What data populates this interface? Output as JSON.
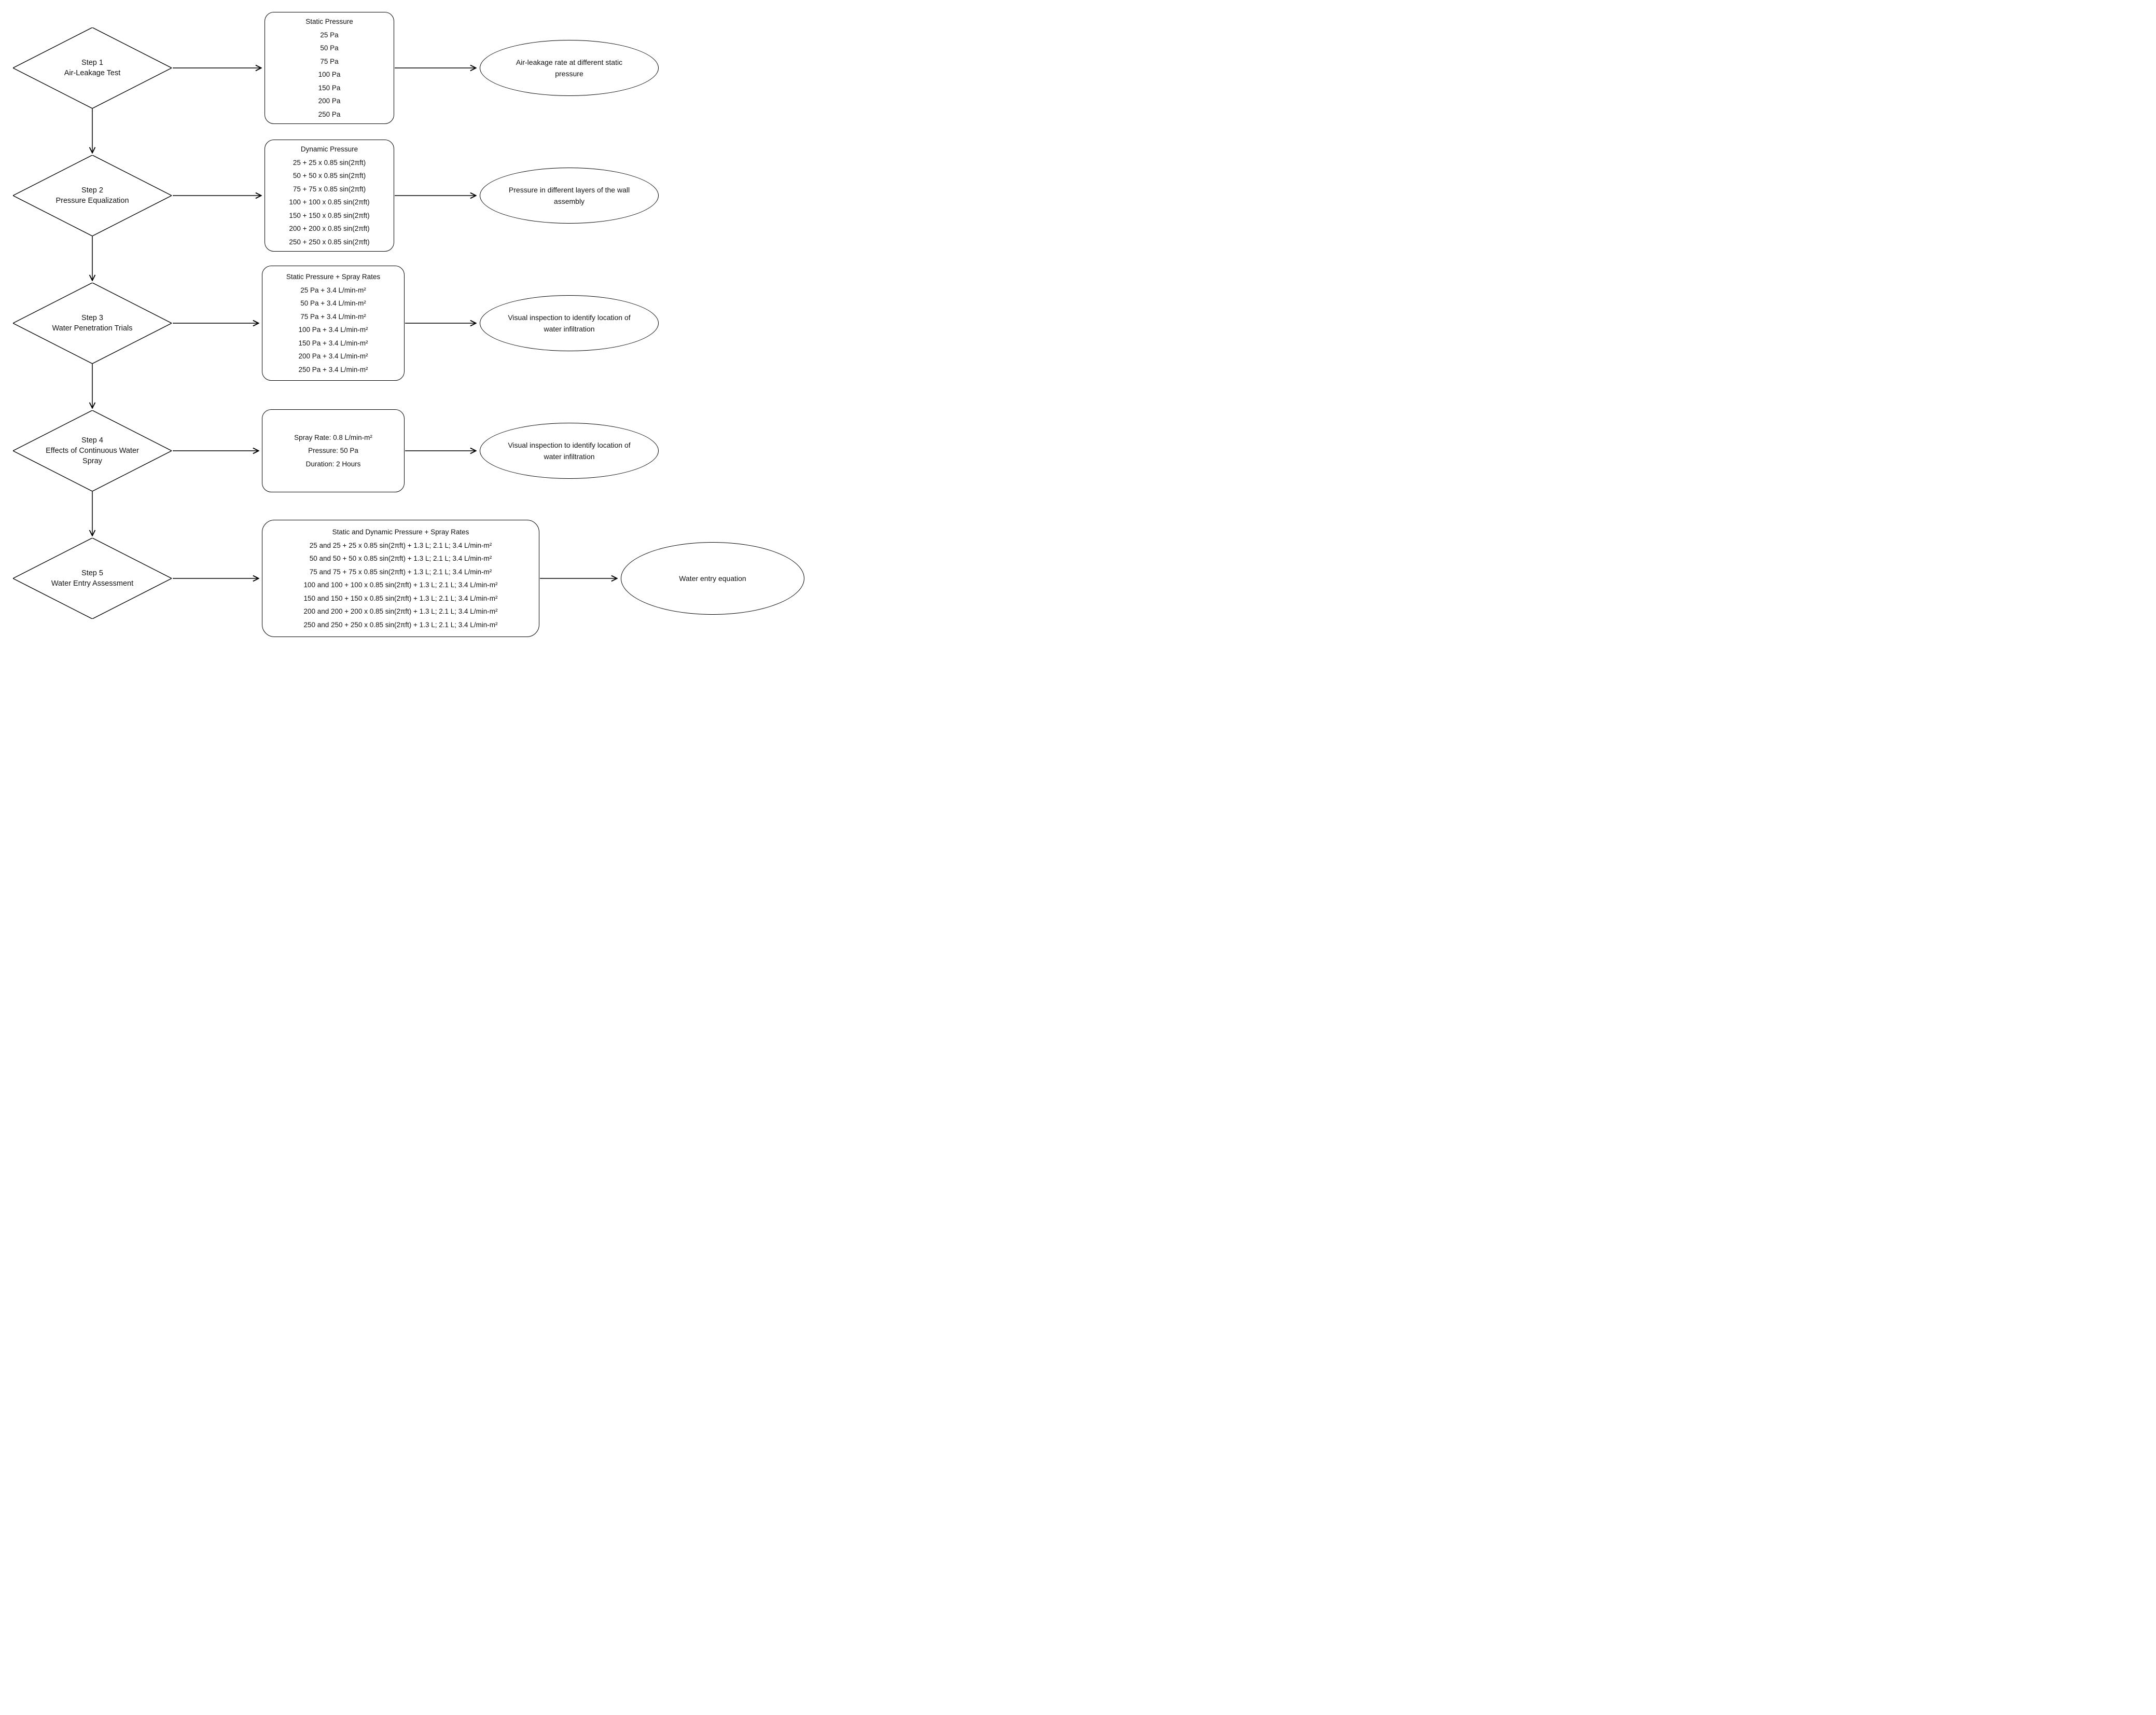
{
  "page": {
    "background_color": "#ffffff",
    "line_color": "#000000",
    "text_color": "#111111"
  },
  "steps": [
    {
      "step_label": "Step 1",
      "step_name": "Air-Leakage Test",
      "box": {
        "title": "Static Pressure",
        "lines": [
          "25 Pa",
          "50 Pa",
          "75 Pa",
          "100 Pa",
          "150 Pa",
          "200 Pa",
          "250 Pa"
        ]
      },
      "outcome": "Air-leakage rate at different static pressure"
    },
    {
      "step_label": "Step 2",
      "step_name": "Pressure Equalization",
      "box": {
        "title": "Dynamic Pressure",
        "lines": [
          "25 + 25 x 0.85 sin(2πft)",
          "50 + 50 x 0.85 sin(2πft)",
          "75 + 75 x 0.85 sin(2πft)",
          "100 + 100 x 0.85 sin(2πft)",
          "150 + 150 x 0.85 sin(2πft)",
          "200 + 200 x 0.85 sin(2πft)",
          "250 + 250 x 0.85 sin(2πft)"
        ]
      },
      "outcome": "Pressure in different layers of the wall assembly"
    },
    {
      "step_label": "Step 3",
      "step_name": "Water Penetration Trials",
      "box": {
        "title": "Static Pressure + Spray Rates",
        "lines": [
          "25 Pa + 3.4 L/min-m²",
          "50 Pa + 3.4 L/min-m²",
          "75 Pa + 3.4 L/min-m²",
          "100 Pa + 3.4 L/min-m²",
          "150 Pa + 3.4 L/min-m²",
          "200 Pa + 3.4 L/min-m²",
          "250 Pa + 3.4 L/min-m²"
        ]
      },
      "outcome": "Visual inspection to identify location of water infiltration"
    },
    {
      "step_label": "Step 4",
      "step_name": "Effects of Continuous Water Spray",
      "box": {
        "lines": [
          "Spray Rate: 0.8 L/min-m²",
          "Pressure: 50 Pa",
          "Duration: 2 Hours"
        ]
      },
      "outcome": "Visual inspection to identify location of water infiltration"
    },
    {
      "step_label": "Step 5",
      "step_name": "Water Entry Assessment",
      "box": {
        "title": "Static and Dynamic Pressure + Spray Rates",
        "lines": [
          "25 and 25 + 25 x 0.85 sin(2πft) + 1.3 L; 2.1 L; 3.4 L/min-m²",
          "50 and 50 + 50 x 0.85 sin(2πft) + 1.3 L; 2.1 L; 3.4 L/min-m²",
          "75 and 75 + 75 x 0.85 sin(2πft) + 1.3 L; 2.1 L; 3.4 L/min-m²",
          "100 and 100 + 100 x 0.85 sin(2πft) + 1.3 L; 2.1 L; 3.4 L/min-m²",
          "150 and 150 + 150 x 0.85 sin(2πft) + 1.3 L; 2.1 L; 3.4 L/min-m²",
          "200 and 200 + 200 x 0.85 sin(2πft) + 1.3 L; 2.1 L; 3.4 L/min-m²",
          "250 and 250 + 250 x 0.85 sin(2πft) + 1.3 L; 2.1 L; 3.4 L/min-m²"
        ]
      },
      "outcome": "Water entry equation"
    }
  ]
}
